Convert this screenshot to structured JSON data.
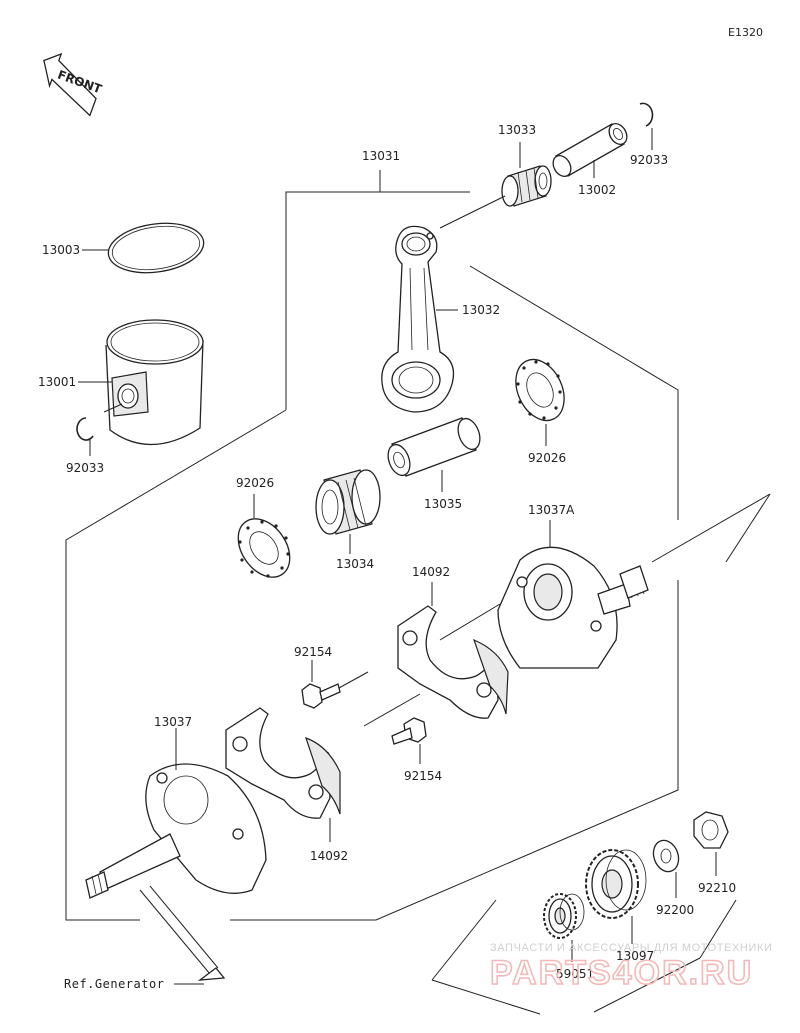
{
  "diagram": {
    "code": "E1320",
    "front_label": "FRONT",
    "ref_label": "Ref.Generator"
  },
  "parts": {
    "p13003": "13003",
    "p13001": "13001",
    "p92033_left": "92033",
    "p13031": "13031",
    "p13033": "13033",
    "p13002": "13002",
    "p92033_right": "92033",
    "p13032": "13032",
    "p92026_right": "92026",
    "p13035": "13035",
    "p92026_left": "92026",
    "p13034": "13034",
    "p13037A": "13037A",
    "p14092_top": "14092",
    "p92154_top": "92154",
    "p13037": "13037",
    "p92154_bottom": "92154",
    "p14092_bottom": "14092",
    "p92210": "92210",
    "p92200": "92200",
    "p13097": "13097",
    "p59051": "59051"
  },
  "watermark": {
    "tagline": "ЗАПЧАСТИ И АКСЕССУАРЫ ДЛЯ МОТОТЕХНИКИ",
    "brand": "PARTS4OR.RU"
  }
}
